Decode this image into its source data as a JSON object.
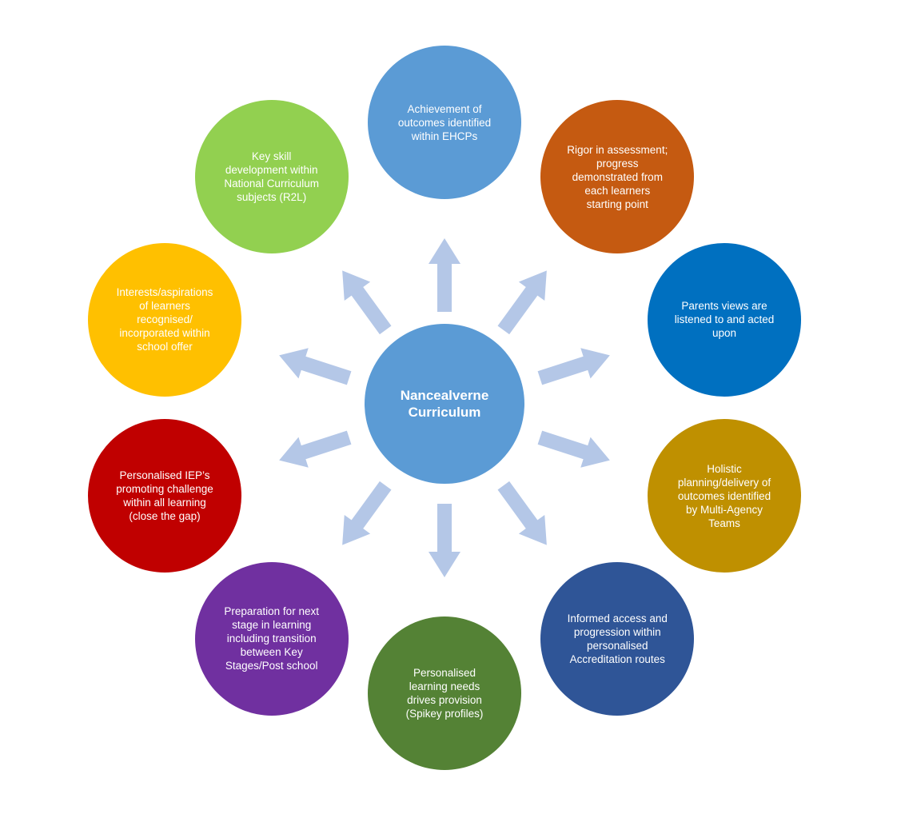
{
  "center": {
    "label": "Nancealverne\nCurriculum",
    "color": "#5b9bd5"
  },
  "outer_nodes": [
    {
      "name": "node-ehcp-outcomes",
      "label": "Achievement of\noutcomes identified\nwithin EHCPs",
      "color": "#5b9bd5"
    },
    {
      "name": "node-rigor-assessment",
      "label": "Rigor in assessment;\nprogress\ndemonstrated from\neach learners\nstarting point",
      "color": "#c55a11"
    },
    {
      "name": "node-parents-views",
      "label": "Parents views are\nlistened to and acted\nupon",
      "color": "#0070c0"
    },
    {
      "name": "node-holistic-planning",
      "label": "Holistic\nplanning/delivery of\noutcomes identified\nby Multi-Agency\nTeams",
      "color": "#bf9000"
    },
    {
      "name": "node-informed-access",
      "label": "Informed access and\nprogression within\npersonalised\nAccreditation routes",
      "color": "#2f5597"
    },
    {
      "name": "node-personalised-learning",
      "label": "Personalised\nlearning needs\ndrives provision\n(Spikey profiles)",
      "color": "#548235"
    },
    {
      "name": "node-preparation-next-stage",
      "label": "Preparation for next\nstage in learning\nincluding transition\nbetween Key\nStages/Post school",
      "color": "#7030a0"
    },
    {
      "name": "node-personalised-iep",
      "label": "Personalised IEP’s\npromoting challenge\nwithin all learning\n(close the gap)",
      "color": "#c00000"
    },
    {
      "name": "node-interests-aspirations",
      "label": "Interests/aspirations\nof learners\nrecognised/\nincorporated within\nschool offer",
      "color": "#ffc000"
    },
    {
      "name": "node-key-skill",
      "label": "Key skill\ndevelopment within\nNational Curriculum\nsubjects (R2L)",
      "color": "#92d050"
    }
  ],
  "arrow_color": "#b4c7e7"
}
